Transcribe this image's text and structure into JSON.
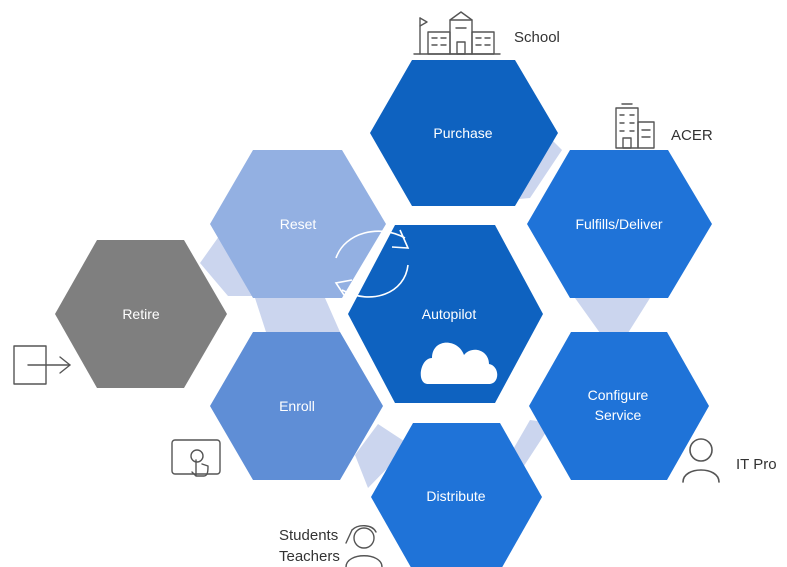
{
  "diagram": {
    "colors": {
      "dark_blue": "#0e62c0",
      "mid_blue": "#1f73d8",
      "light_blue": "#5f8ed6",
      "pale_blue": "#93b0e2",
      "gray": "#7f7f7f",
      "connector": "#cbd5ee"
    },
    "center": {
      "label": "Autopilot",
      "icon": "cloud-icon"
    },
    "hexes": {
      "purchase": "Purchase",
      "fulfills": "Fulfills/Deliver",
      "configure_line1": "Configure",
      "configure_line2": "Service",
      "distribute": "Distribute",
      "enroll": "Enroll",
      "reset": "Reset",
      "retire": "Retire"
    },
    "actors": {
      "school": "School",
      "acer": "ACER",
      "it_pro": "IT Pro",
      "students": "Students",
      "teachers": "Teachers"
    },
    "icons": [
      "school-building-icon",
      "office-building-icon",
      "person-icon",
      "student-icon",
      "touch-tablet-icon",
      "exit-arrow-icon",
      "cycle-arrows-icon"
    ]
  }
}
